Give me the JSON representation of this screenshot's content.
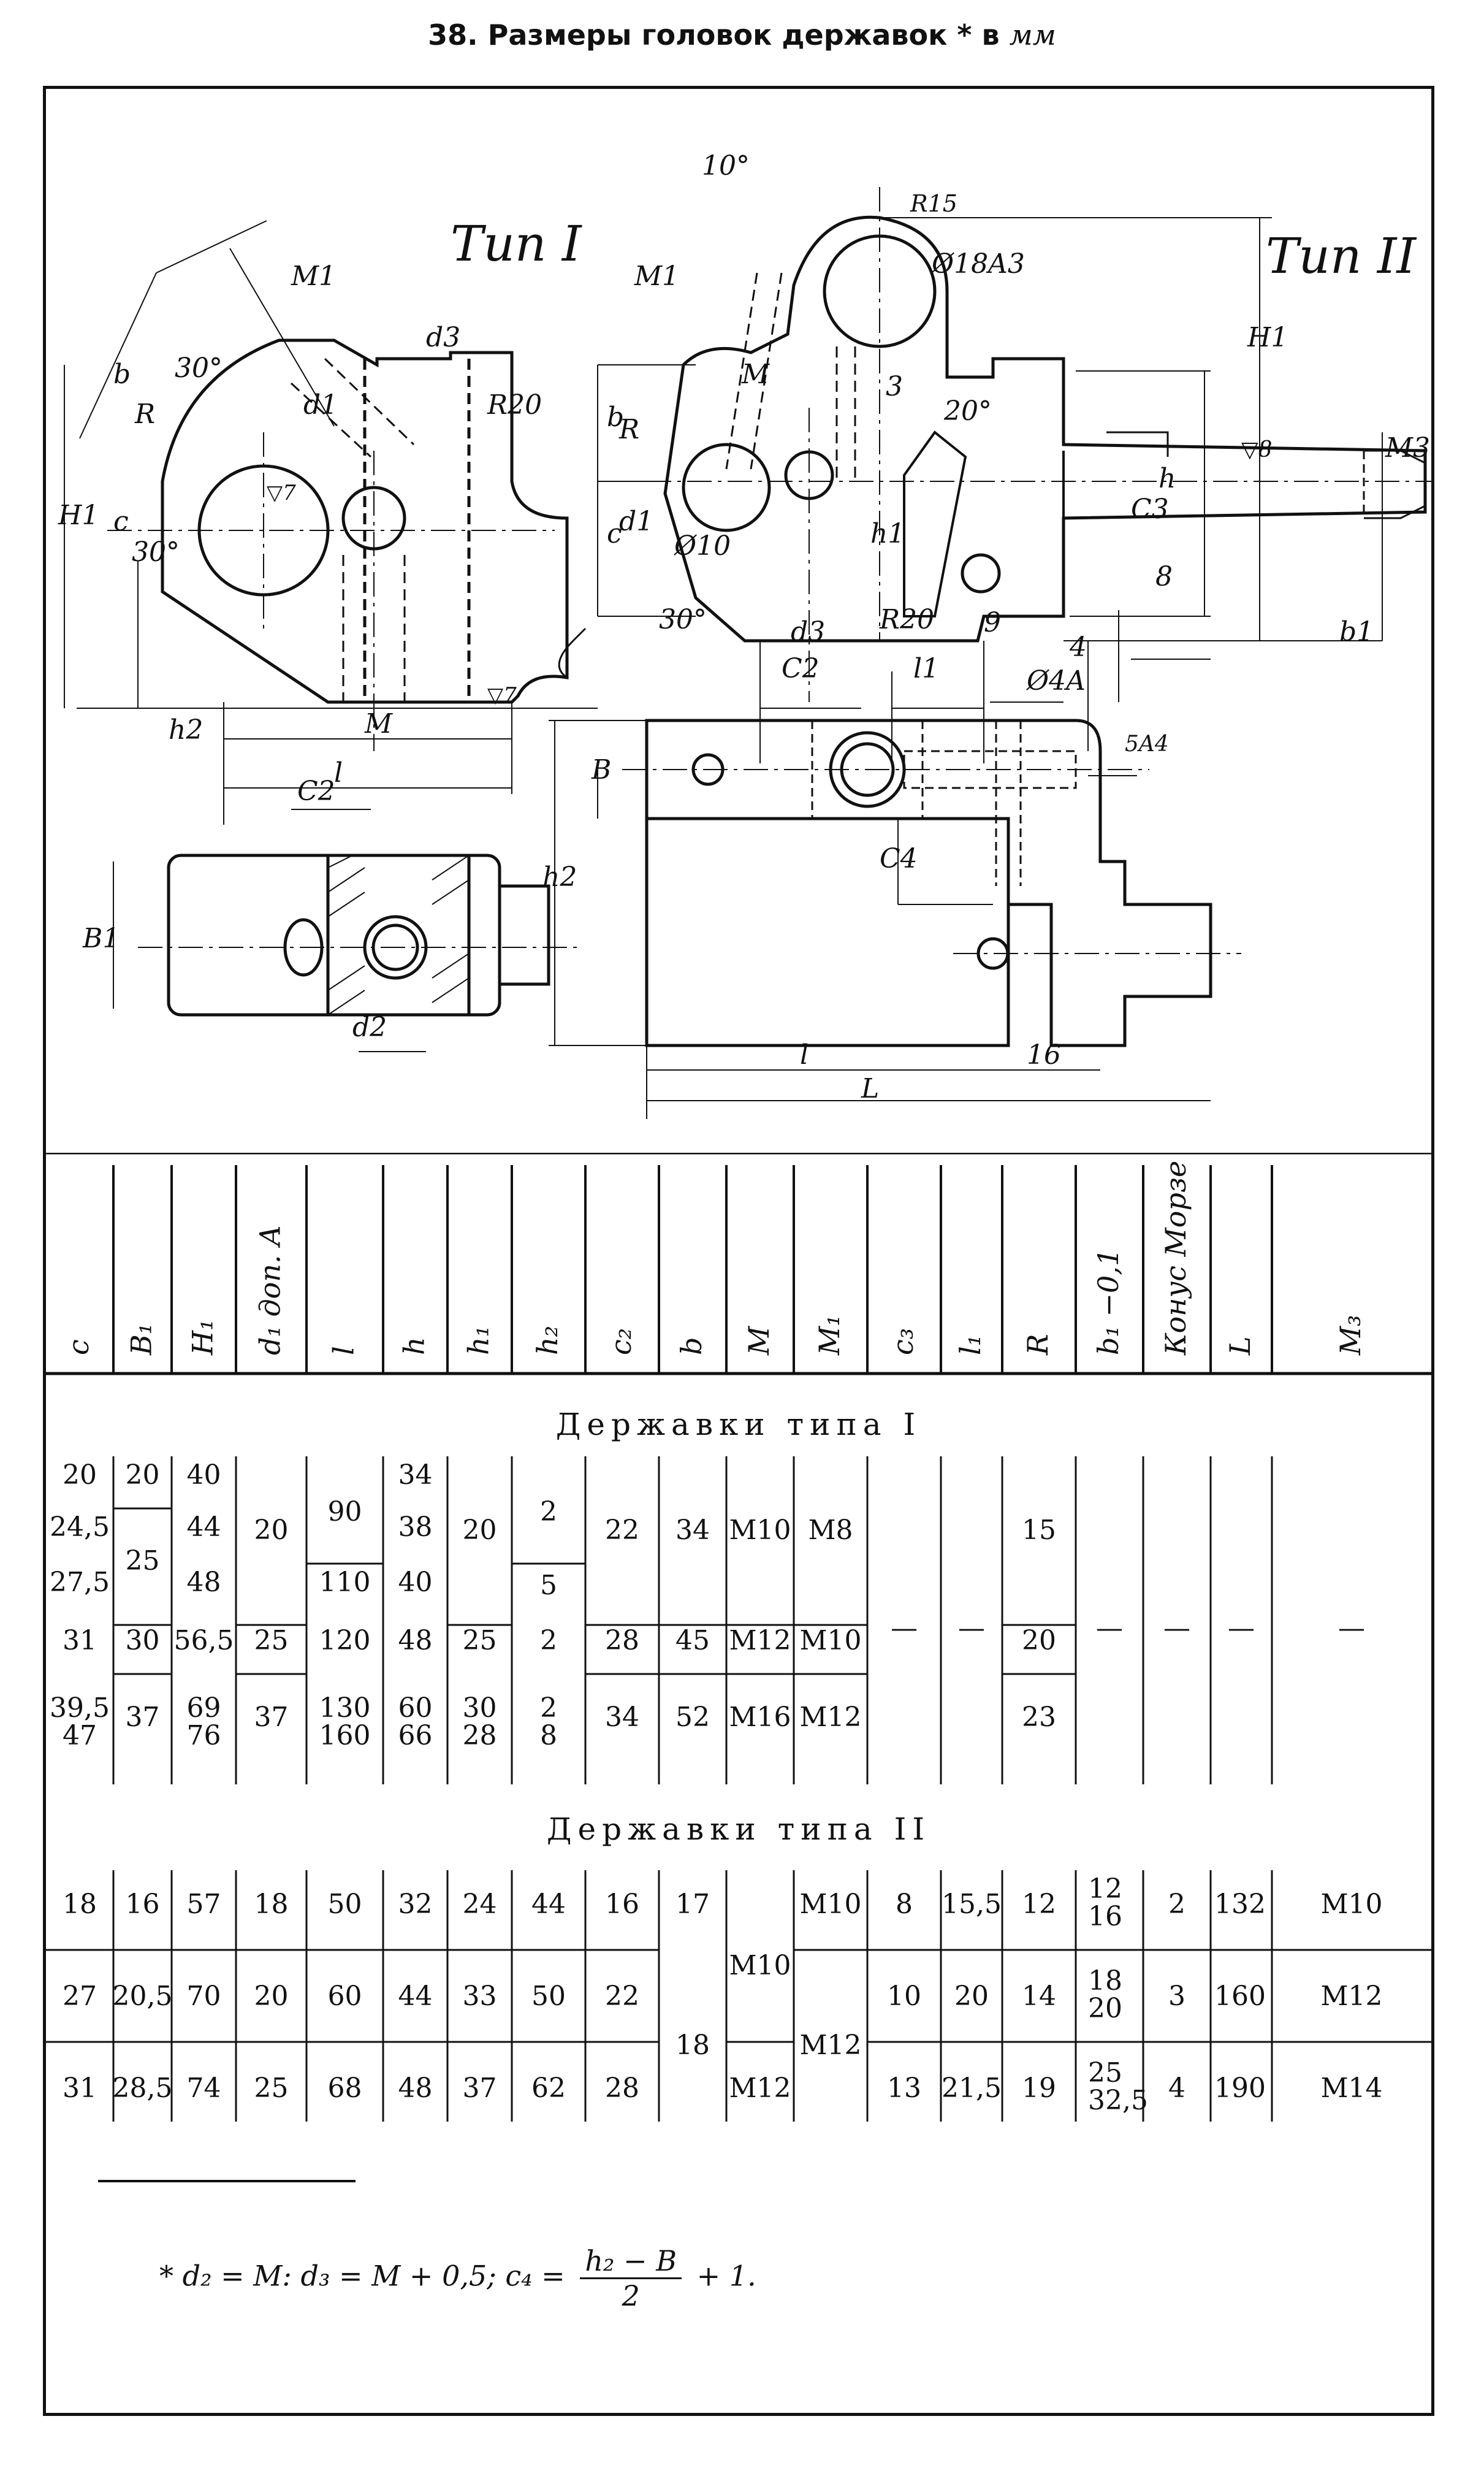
{
  "page": {
    "title": "38. Размеры головок державок * в",
    "title_unit": "мм"
  },
  "drawing": {
    "type1_title": "Тип I",
    "type2_title": "Тип II",
    "labels_type1": [
      "30°",
      "b",
      "R",
      "c",
      "30°",
      "H1",
      "M1",
      "d1",
      "d3",
      "R20",
      "h2",
      "M",
      "l",
      "C2",
      "B1",
      "d2",
      "▽7",
      "▽7"
    ],
    "labels_type2": [
      "10°",
      "R15",
      "Ø18A3",
      "M1",
      "M",
      "3",
      "20°",
      "b",
      "R",
      "c",
      "d1",
      "Ø10",
      "h1",
      "h",
      "H1",
      "C3",
      "8",
      "▽8",
      "M3",
      "30°",
      "d3",
      "R20",
      "9",
      "C2",
      "l1",
      "4",
      "b1",
      "Ø4A",
      "5A4",
      "B",
      "h2",
      "C4",
      "l",
      "L",
      "16"
    ]
  },
  "table": {
    "headers": [
      "c",
      "B₁",
      "H₁",
      "d₁ доп. A",
      "l",
      "h",
      "h₁",
      "h₂",
      "c₂",
      "b",
      "M",
      "M₁",
      "c₃",
      "l₁",
      "R",
      "b₁ −0,1",
      "Конус Морзе №",
      "L",
      "M₃"
    ],
    "section1_title": "Державки типа I",
    "section2_title": "Державки типа II",
    "type1": {
      "c": [
        "20",
        "24,5",
        "27,5",
        "31",
        "39,5",
        "47"
      ],
      "B1": [
        "20",
        "25",
        "30",
        "37"
      ],
      "H1": [
        "40",
        "44",
        "48",
        "56,5",
        "69",
        "76"
      ],
      "d1": [
        "20",
        "25",
        "37"
      ],
      "l": [
        "90",
        "110",
        "120",
        "130",
        "160"
      ],
      "h": [
        "34",
        "38",
        "40",
        "48",
        "60",
        "66"
      ],
      "h1": [
        "20",
        "25",
        "30",
        "28"
      ],
      "h2": [
        "2",
        "5",
        "2",
        "2",
        "8"
      ],
      "c2": [
        "22",
        "28",
        "34"
      ],
      "b": [
        "34",
        "45",
        "52"
      ],
      "M": [
        "M10",
        "M12",
        "M16"
      ],
      "M1": [
        "M8",
        "M10",
        "M12"
      ],
      "R": [
        "15",
        "20",
        "23"
      ],
      "dash": "—"
    },
    "type2": {
      "rows": [
        {
          "c": "18",
          "B1": "16",
          "H1": "57",
          "d1": "18",
          "l": "50",
          "h": "32",
          "h1": "24",
          "h2": "44",
          "c2": "16",
          "b": "17",
          "M1": "M10",
          "c3": "8",
          "l1": "15,5",
          "R": "12",
          "b1a": "12",
          "b1b": "16",
          "morse": "2",
          "L": "132",
          "M3": "M10"
        },
        {
          "c": "27",
          "B1": "20,5",
          "H1": "70",
          "d1": "20",
          "l": "60",
          "h": "44",
          "h1": "33",
          "h2": "50",
          "c2": "22",
          "b": "18",
          "M1": "M12",
          "c3": "10",
          "l1": "20",
          "R": "14",
          "b1a": "18",
          "b1b": "20",
          "morse": "3",
          "L": "160",
          "M3": "M12"
        },
        {
          "c": "31",
          "B1": "28,5",
          "H1": "74",
          "d1": "25",
          "l": "68",
          "h": "48",
          "h1": "37",
          "h2": "62",
          "c2": "28",
          "M": "M12",
          "c3": "13",
          "l1": "21,5",
          "R": "19",
          "b1a": "25",
          "b1b": "32,5",
          "morse": "4",
          "L": "190",
          "M3": "M14"
        }
      ],
      "M_top": "M10"
    }
  },
  "footnote": {
    "text": "* d₂ = M:  d₃ = M + 0,5;   c₄ =",
    "num": "h₂ − B",
    "den": "2",
    "tail": "+ 1."
  }
}
